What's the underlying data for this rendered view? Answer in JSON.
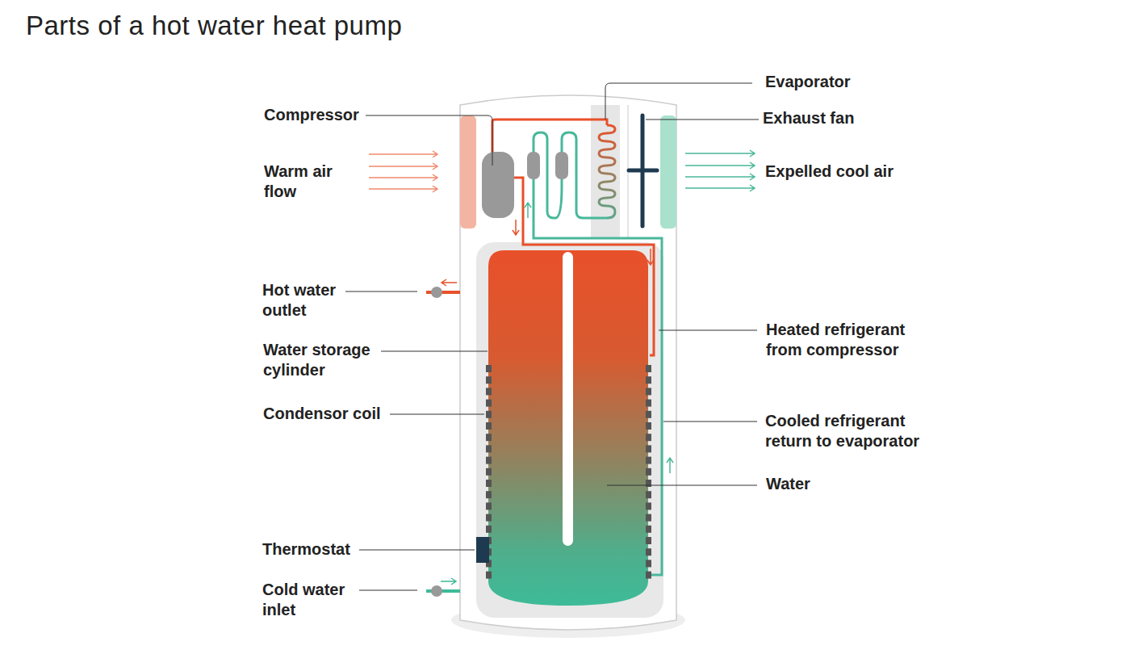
{
  "diagram": {
    "title": "Parts of a hot water heat pump",
    "labels": [
      "Compressor",
      "Warm air flow",
      "Hot water outlet",
      "Water storage cylinder",
      "Condensor coil",
      "Thermostat",
      "Cold water inlet",
      "Evaporator",
      "Exhaust fan",
      "Expelled cool air",
      "Heated refrigerant from compressor",
      "Cooled refrigerant return to evaporator",
      "Water"
    ]
  }
}
